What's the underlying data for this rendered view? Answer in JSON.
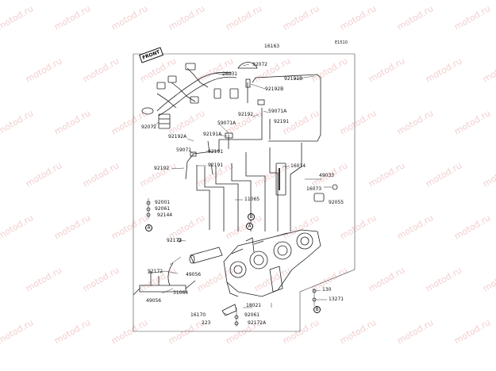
{
  "figure_code": "E1510",
  "front_badge": "FRONT",
  "watermark": "motod.ru",
  "callouts": {
    "a": "A",
    "b": "B"
  },
  "parts": [
    {
      "id": "p16163",
      "label": "16163"
    },
    {
      "id": "p92072a",
      "label": "92072"
    },
    {
      "id": "p26031",
      "label": "26031"
    },
    {
      "id": "p92191b",
      "label": "92191B"
    },
    {
      "id": "p92192b",
      "label": "92192B"
    },
    {
      "id": "p59071a_1",
      "label": "59071A"
    },
    {
      "id": "p92192_1",
      "label": "92192"
    },
    {
      "id": "p92191_1",
      "label": "92191"
    },
    {
      "id": "p92072b",
      "label": "92072"
    },
    {
      "id": "p59071a_2",
      "label": "59071A"
    },
    {
      "id": "p92191a",
      "label": "92191A"
    },
    {
      "id": "p92192a",
      "label": "92192A"
    },
    {
      "id": "p59071",
      "label": "59071"
    },
    {
      "id": "p92191_2",
      "label": "92191"
    },
    {
      "id": "p92192_2",
      "label": "92192"
    },
    {
      "id": "p92191_3",
      "label": "92191"
    },
    {
      "id": "p16014",
      "label": "16014"
    },
    {
      "id": "p49033",
      "label": "49033"
    },
    {
      "id": "p16073",
      "label": "16073"
    },
    {
      "id": "p11065",
      "label": "11065"
    },
    {
      "id": "p92055",
      "label": "92055"
    },
    {
      "id": "p92001",
      "label": "92001"
    },
    {
      "id": "p92061_1",
      "label": "92061"
    },
    {
      "id": "p92144",
      "label": "92144"
    },
    {
      "id": "p92172_1",
      "label": "92172"
    },
    {
      "id": "p92172_2",
      "label": "92172"
    },
    {
      "id": "p49056_1",
      "label": "49056"
    },
    {
      "id": "p49056_2",
      "label": "49056"
    },
    {
      "id": "p31064",
      "label": "31064"
    },
    {
      "id": "p130",
      "label": "130"
    },
    {
      "id": "p13271",
      "label": "13271"
    },
    {
      "id": "p18021",
      "label": "18021"
    },
    {
      "id": "p16170",
      "label": "16170"
    },
    {
      "id": "p92061_2",
      "label": "92061"
    },
    {
      "id": "p223",
      "label": "223"
    },
    {
      "id": "p92172a",
      "label": "92172A"
    }
  ]
}
